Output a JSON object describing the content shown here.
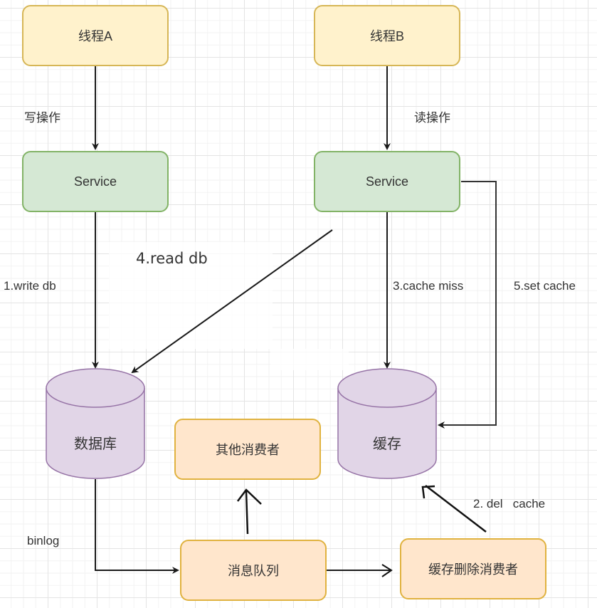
{
  "nodes": {
    "thread_a": "线程A",
    "thread_b": "线程B",
    "service_a": "Service",
    "service_b": "Service",
    "database": "数据库",
    "cache": "缓存",
    "other_consumers": "其他消费者",
    "message_queue": "消息队列",
    "cache_delete_consumer": "缓存删除消费者"
  },
  "edges": {
    "write_op": "写操作",
    "read_op": "读操作",
    "write_db": "1.write db",
    "del_cache": "2. del   cache",
    "cache_miss": "3.cache miss",
    "read_db": "4.read db",
    "set_cache": "5.set cache",
    "binlog": "binlog"
  },
  "colors": {
    "thread_fill": "#fff2cc",
    "thread_stroke": "#d6b656",
    "service_fill": "#d5e8d4",
    "service_stroke": "#82b366",
    "storage_fill": "#e1d5e7",
    "storage_stroke": "#9673a6",
    "consumer_fill": "#ffe6cc",
    "consumer_stroke": "#e0b23f",
    "edge": "#1a1a1a"
  }
}
